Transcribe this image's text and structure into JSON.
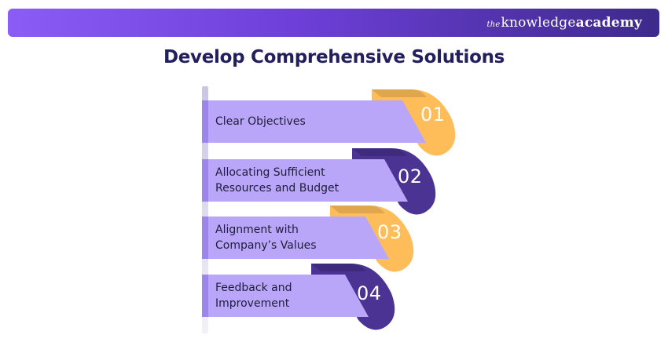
{
  "brand": {
    "prefix": "the",
    "word1": "knowledge",
    "word2": "academy"
  },
  "title": "Develop Comprehensive Solutions",
  "colors": {
    "banner_start": "#8b5cf6",
    "banner_end": "#3d2a8a",
    "strip": "#b9a6f8",
    "yellow": "#ffbd59",
    "purple": "#4b3393",
    "title": "#231f5c"
  },
  "steps": [
    {
      "number": "01",
      "label": "Clear Objectives",
      "tag_color": "#ffbd59"
    },
    {
      "number": "02",
      "label": "Allocating Sufficient\nResources and Budget",
      "tag_color": "#4b3393"
    },
    {
      "number": "03",
      "label": "Alignment with\nCompany’s Values",
      "tag_color": "#ffbd59"
    },
    {
      "number": "04",
      "label": "Feedback and\nImprovement",
      "tag_color": "#4b3393"
    }
  ]
}
